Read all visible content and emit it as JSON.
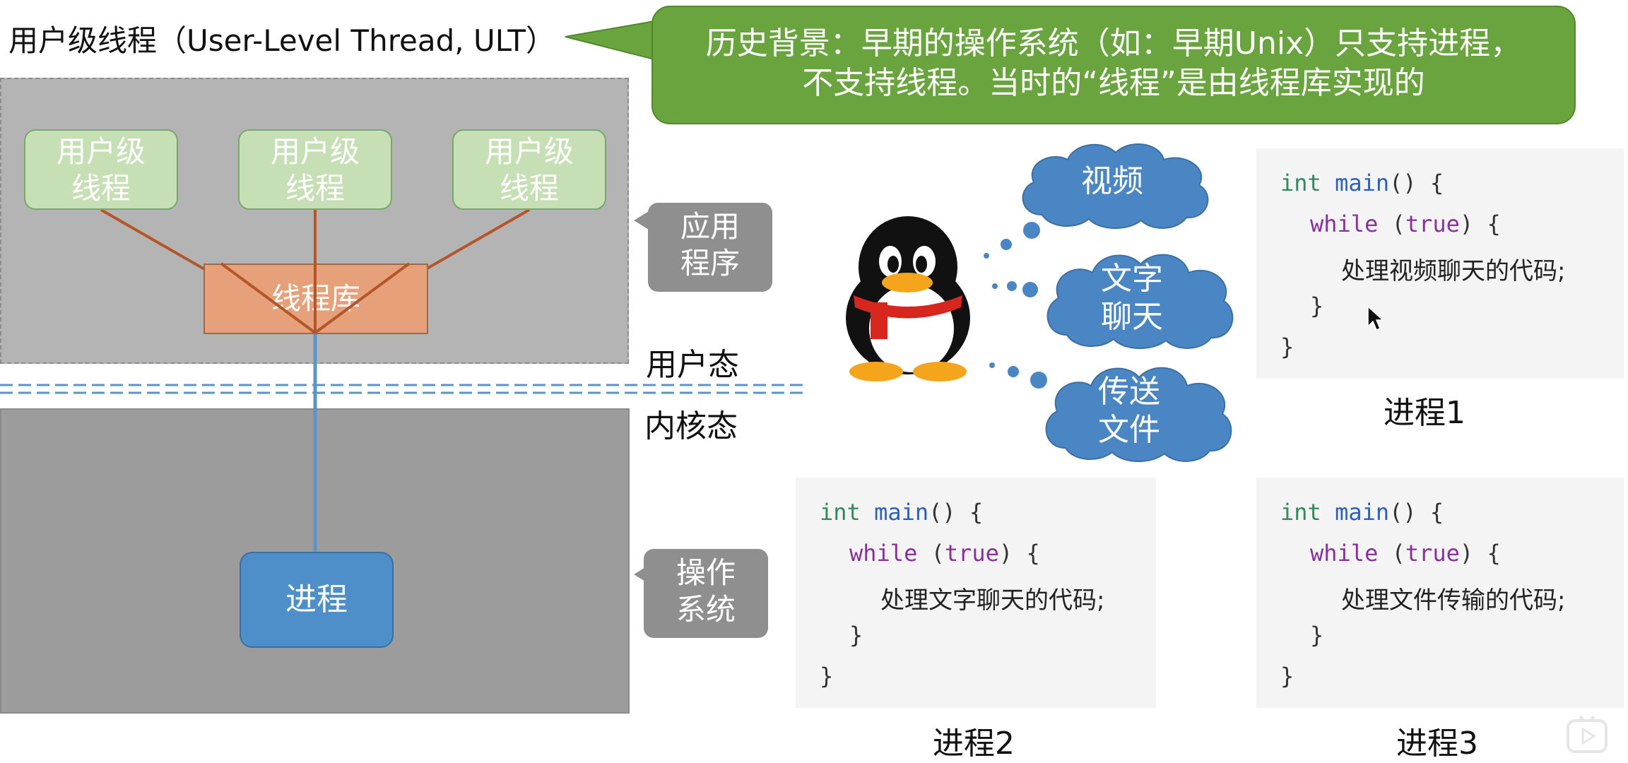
{
  "title": "用户级线程（User-Level Thread, ULT）",
  "callout": {
    "line1": "历史背景：早期的操作系统（如：早期Unix）只支持进程，",
    "line2": "不支持线程。当时的“线程”是由线程库实现的"
  },
  "diagram": {
    "ult_boxes": [
      {
        "line1": "用户级",
        "line2": "线程"
      },
      {
        "line1": "用户级",
        "line2": "线程"
      },
      {
        "line1": "用户级",
        "line2": "线程"
      }
    ],
    "thread_library": "线程库",
    "process": "进程",
    "app_label": {
      "line1": "应用",
      "line2": "程序"
    },
    "os_label": {
      "line1": "操作",
      "line2": "系统"
    },
    "user_mode": "用户态",
    "kernel_mode": "内核态"
  },
  "clouds": [
    {
      "line1": "视频",
      "line2": ""
    },
    {
      "line1": "文字",
      "line2": "聊天"
    },
    {
      "line1": "传送",
      "line2": "文件"
    }
  ],
  "code": {
    "int": "int",
    "main": "main",
    "main_rest": "() {",
    "while": "while",
    "true": "true",
    "while_paren_open": " (",
    "while_rest": ") {",
    "close_brace": "}",
    "p1_body": "处理视频聊天的代码;",
    "p2_body": "处理文字聊天的代码;",
    "p3_body": "处理文件传输的代码;"
  },
  "captions": {
    "p1": "进程1",
    "p2": "进程2",
    "p3": "进程3"
  },
  "colors": {
    "callout_bg": "#6aa43e",
    "ult_bg": "#c7dfb4",
    "lib_bg": "#e6a07a",
    "process_bg": "#4f8fc9",
    "cloud_bg": "#4a86c4",
    "thread_line": "#b5562a",
    "kernel_line": "#5b94c8"
  },
  "icons": {
    "penguin": "qq-penguin-icon",
    "cursor": "mouse-cursor-icon",
    "player": "play-button-icon"
  }
}
